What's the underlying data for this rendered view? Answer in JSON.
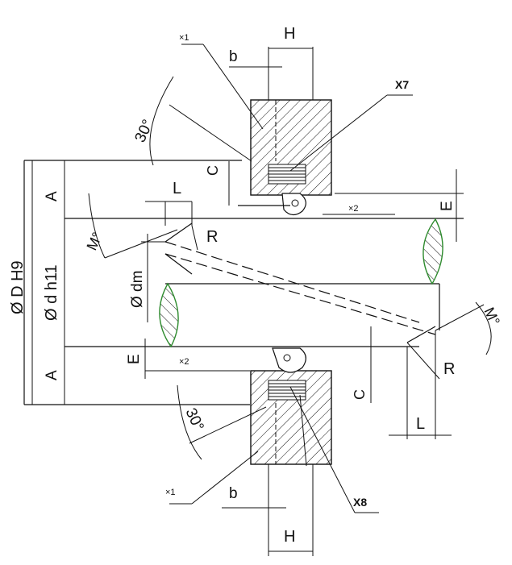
{
  "labels": {
    "H_top": "H",
    "b_top": "b",
    "x1_top": "×1",
    "X7": "X7",
    "angle_top": "30°",
    "C_top": "C",
    "A_top": "A",
    "L_top": "L",
    "R_top": "R",
    "x2_top": "×2",
    "E_right": "E",
    "Mo_left": "M°",
    "dm": "Ø dm",
    "D_H9": "Ø D H9",
    "d_h11": "Ø d h11",
    "E_left": "E",
    "A_bottom": "A",
    "x2_bottom": "×2",
    "angle_bottom": "30°",
    "C_bottom": "C",
    "x1_bottom": "×1",
    "b_bottom": "b",
    "X8": "X8",
    "H_bottom": "H",
    "Mo_right": "M°",
    "R_bottom": "R",
    "L_bottom": "L"
  },
  "colors": {
    "line": "#111111",
    "hatch_accent": "#2e8b2e"
  }
}
